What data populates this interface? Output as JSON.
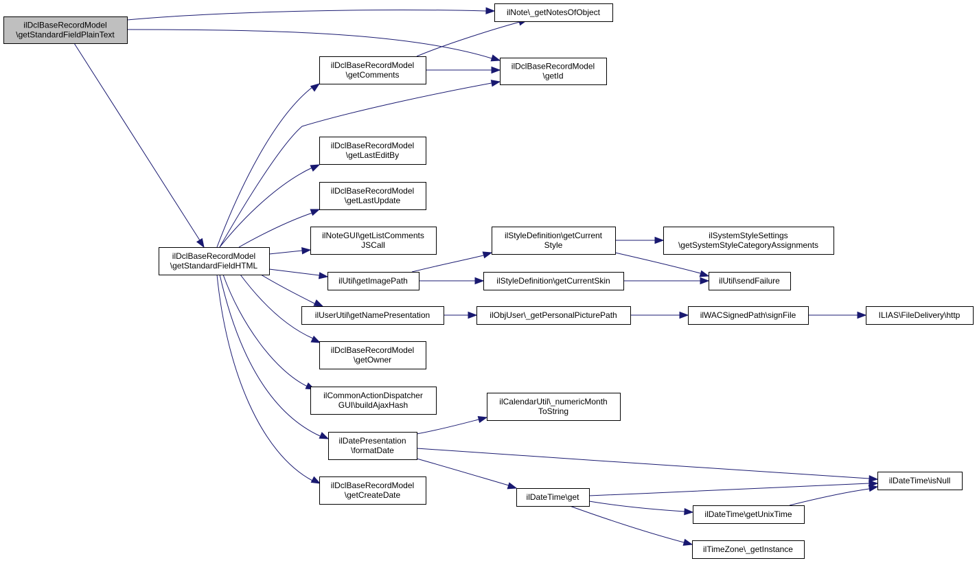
{
  "colors": {
    "edge": "#191970",
    "root_fill": "#bfbfbf",
    "node_fill": "#ffffff",
    "border": "#000000"
  },
  "nodes": [
    {
      "id": "root",
      "lines": [
        "ilDclBaseRecordModel",
        "\\getStandardFieldPlainText"
      ]
    },
    {
      "id": "getNotesOfObject",
      "lines": [
        "ilNote\\_getNotesOfObject"
      ]
    },
    {
      "id": "getId",
      "lines": [
        "ilDclBaseRecordModel",
        "\\getId"
      ]
    },
    {
      "id": "getComments",
      "lines": [
        "ilDclBaseRecordModel",
        "\\getComments"
      ]
    },
    {
      "id": "getStandardFieldHTML",
      "lines": [
        "ilDclBaseRecordModel",
        "\\getStandardFieldHTML"
      ]
    },
    {
      "id": "getLastEditBy",
      "lines": [
        "ilDclBaseRecordModel",
        "\\getLastEditBy"
      ]
    },
    {
      "id": "getLastUpdate",
      "lines": [
        "ilDclBaseRecordModel",
        "\\getLastUpdate"
      ]
    },
    {
      "id": "getListCommentsJSCall",
      "lines": [
        "ilNoteGUI\\getListComments",
        "JSCall"
      ]
    },
    {
      "id": "getImagePath",
      "lines": [
        "ilUtil\\getImagePath"
      ]
    },
    {
      "id": "getCurrentStyle",
      "lines": [
        "ilStyleDefinition\\getCurrent",
        "Style"
      ]
    },
    {
      "id": "getSystemStyleCategoryAssignments",
      "lines": [
        "ilSystemStyleSettings",
        "\\getSystemStyleCategoryAssignments"
      ]
    },
    {
      "id": "getCurrentSkin",
      "lines": [
        "ilStyleDefinition\\getCurrentSkin"
      ]
    },
    {
      "id": "sendFailure",
      "lines": [
        "ilUtil\\sendFailure"
      ]
    },
    {
      "id": "getNamePresentation",
      "lines": [
        "ilUserUtil\\getNamePresentation"
      ]
    },
    {
      "id": "getPersonalPicturePath",
      "lines": [
        "ilObjUser\\_getPersonalPicturePath"
      ]
    },
    {
      "id": "signFile",
      "lines": [
        "ilWACSignedPath\\signFile"
      ]
    },
    {
      "id": "http",
      "lines": [
        "ILIAS\\FileDelivery\\http"
      ]
    },
    {
      "id": "getOwner",
      "lines": [
        "ilDclBaseRecordModel",
        "\\getOwner"
      ]
    },
    {
      "id": "buildAjaxHash",
      "lines": [
        "ilCommonActionDispatcher",
        "GUI\\buildAjaxHash"
      ]
    },
    {
      "id": "numericMonthToString",
      "lines": [
        "ilCalendarUtil\\_numericMonth",
        "ToString"
      ]
    },
    {
      "id": "formatDate",
      "lines": [
        "ilDatePresentation",
        "\\formatDate"
      ]
    },
    {
      "id": "isNull",
      "lines": [
        "ilDateTime\\isNull"
      ]
    },
    {
      "id": "getCreateDate",
      "lines": [
        "ilDclBaseRecordModel",
        "\\getCreateDate"
      ]
    },
    {
      "id": "dtGet",
      "lines": [
        "ilDateTime\\get"
      ]
    },
    {
      "id": "getUnixTime",
      "lines": [
        "ilDateTime\\getUnixTime"
      ]
    },
    {
      "id": "getInstance",
      "lines": [
        "ilTimeZone\\_getInstance"
      ]
    }
  ],
  "edges": [
    {
      "from": "root",
      "to": "getNotesOfObject"
    },
    {
      "from": "root",
      "to": "getId"
    },
    {
      "from": "root",
      "to": "getStandardFieldHTML"
    },
    {
      "from": "getComments",
      "to": "getNotesOfObject"
    },
    {
      "from": "getComments",
      "to": "getId"
    },
    {
      "from": "getStandardFieldHTML",
      "to": "getComments"
    },
    {
      "from": "getStandardFieldHTML",
      "to": "getId"
    },
    {
      "from": "getStandardFieldHTML",
      "to": "getLastEditBy"
    },
    {
      "from": "getStandardFieldHTML",
      "to": "getLastUpdate"
    },
    {
      "from": "getStandardFieldHTML",
      "to": "getListCommentsJSCall"
    },
    {
      "from": "getStandardFieldHTML",
      "to": "getImagePath"
    },
    {
      "from": "getStandardFieldHTML",
      "to": "getNamePresentation"
    },
    {
      "from": "getStandardFieldHTML",
      "to": "getOwner"
    },
    {
      "from": "getStandardFieldHTML",
      "to": "buildAjaxHash"
    },
    {
      "from": "getStandardFieldHTML",
      "to": "formatDate"
    },
    {
      "from": "getStandardFieldHTML",
      "to": "getCreateDate"
    },
    {
      "from": "getImagePath",
      "to": "getCurrentStyle"
    },
    {
      "from": "getImagePath",
      "to": "getCurrentSkin"
    },
    {
      "from": "getCurrentStyle",
      "to": "getSystemStyleCategoryAssignments"
    },
    {
      "from": "getCurrentStyle",
      "to": "sendFailure"
    },
    {
      "from": "getCurrentSkin",
      "to": "sendFailure"
    },
    {
      "from": "getNamePresentation",
      "to": "getPersonalPicturePath"
    },
    {
      "from": "getPersonalPicturePath",
      "to": "signFile"
    },
    {
      "from": "signFile",
      "to": "http"
    },
    {
      "from": "formatDate",
      "to": "numericMonthToString"
    },
    {
      "from": "formatDate",
      "to": "isNull"
    },
    {
      "from": "formatDate",
      "to": "dtGet"
    },
    {
      "from": "dtGet",
      "to": "isNull"
    },
    {
      "from": "dtGet",
      "to": "getUnixTime"
    },
    {
      "from": "dtGet",
      "to": "getInstance"
    },
    {
      "from": "getUnixTime",
      "to": "isNull"
    }
  ]
}
